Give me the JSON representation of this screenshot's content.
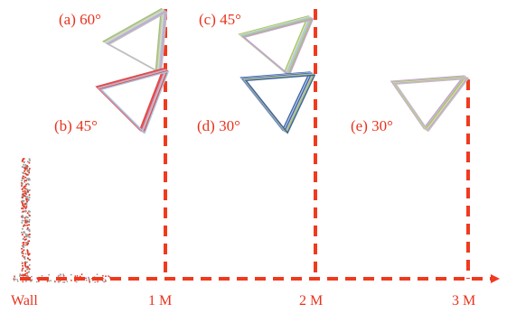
{
  "colors": {
    "accent": "#e8321c",
    "wall_points": [
      "#e8321c",
      "#9a9a9a"
    ],
    "frame_colors": [
      "#9cc56a",
      "#c0c0c0",
      "#e0e0a0",
      "#a7c7e7",
      "#4060a0",
      "#e24a4a",
      "#c8a0d0"
    ]
  },
  "axis": {
    "ticks": [
      "Wall",
      "1 M",
      "2 M",
      "3 M"
    ]
  },
  "poses": [
    {
      "id": "a",
      "label": "(a) 60°"
    },
    {
      "id": "b",
      "label": "(b) 45°"
    },
    {
      "id": "c",
      "label": "(c) 45°"
    },
    {
      "id": "d",
      "label": "(d) 30°"
    },
    {
      "id": "e",
      "label": "(e) 30°"
    }
  ]
}
